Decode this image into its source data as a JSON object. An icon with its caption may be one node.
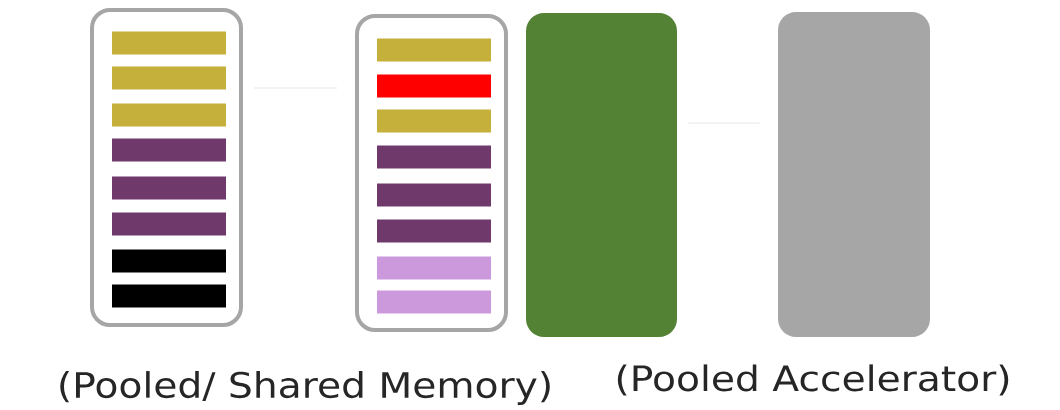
{
  "diagram": {
    "nodes": [
      {
        "text": [],
        "shape": "box"
      },
      {
        "text": [],
        "shape": "bar",
        "in": 0
      },
      {
        "text": [],
        "shape": "bar",
        "in": 0
      },
      {
        "text": [],
        "shape": "bar",
        "in": 0
      },
      {
        "text": [],
        "shape": "bar",
        "in": 0
      },
      {
        "text": [],
        "shape": "bar",
        "in": 0
      },
      {
        "text": [],
        "shape": "bar",
        "in": 0
      },
      {
        "text": [],
        "shape": "bar",
        "in": 0
      },
      {
        "text": [],
        "shape": "bar",
        "in": 0
      },
      {
        "text": [],
        "shape": "box"
      },
      {
        "text": [],
        "shape": "bar",
        "in": 9
      },
      {
        "text": [],
        "shape": "bar",
        "in": 9
      },
      {
        "text": [],
        "shape": "bar",
        "in": 9
      },
      {
        "text": [],
        "shape": "bar",
        "in": 9
      },
      {
        "text": [],
        "shape": "bar",
        "in": 9
      },
      {
        "text": [],
        "shape": "bar",
        "in": 9
      },
      {
        "text": [],
        "shape": "bar",
        "in": 9
      },
      {
        "text": [],
        "shape": "bar",
        "in": 9
      },
      {
        "text": [],
        "shape": "box"
      },
      {
        "text": [],
        "shape": "box"
      }
    ],
    "edges": [
      {
        "from": 0,
        "to": 9,
        "arrow": "none"
      },
      {
        "from": 18,
        "to": 19,
        "arrow": "none"
      }
    ],
    "labels": [
      "(Pooled/ Shared Memory)",
      "(Pooled Accelerator)"
    ]
  }
}
